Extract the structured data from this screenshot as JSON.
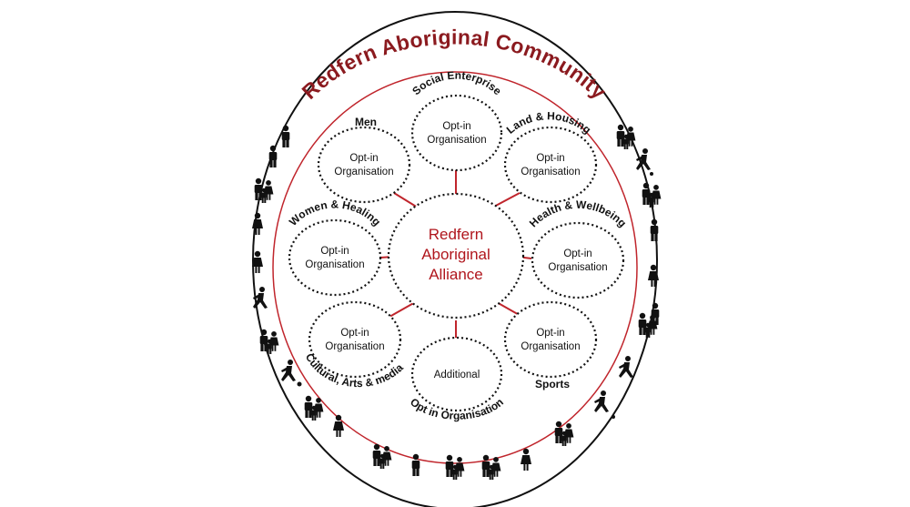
{
  "title": "Redfern Aboriginal Community",
  "center": {
    "lines": [
      "Redfern",
      "Aboriginal",
      "Alliance"
    ]
  },
  "nodes": [
    {
      "id": "social-enterprise",
      "label": "Social Enterprise",
      "lines": [
        "Opt-in",
        "Organisation"
      ]
    },
    {
      "id": "land-housing",
      "label": "Land & Housing",
      "lines": [
        "Opt-in",
        "Organisation"
      ]
    },
    {
      "id": "health-wellbeing",
      "label": "Health & Wellbeing",
      "lines": [
        "Opt-in",
        "Organisation"
      ]
    },
    {
      "id": "sports",
      "label": "Sports",
      "lines": [
        "Opt-in",
        "Organisation"
      ]
    },
    {
      "id": "additional",
      "label": "Opt in Organisation",
      "lines": [
        "Additional"
      ]
    },
    {
      "id": "cultural-arts-media",
      "label": "Cultural, Arts & media",
      "lines": [
        "Opt-in",
        "Organisation"
      ]
    },
    {
      "id": "women-healing",
      "label": "Women & Healing",
      "lines": [
        "Opt-in",
        "Organisation"
      ]
    },
    {
      "id": "men",
      "label": "Men",
      "lines": [
        "Opt-in",
        "Organisation"
      ]
    }
  ],
  "colors": {
    "accent_red": "#c0252c",
    "title_red": "#8b1a1f",
    "ink": "#111111"
  },
  "icons": [
    "person-icon",
    "family-icon",
    "runner-icon",
    "soccer-player-icon",
    "elder-with-cane-icon"
  ]
}
